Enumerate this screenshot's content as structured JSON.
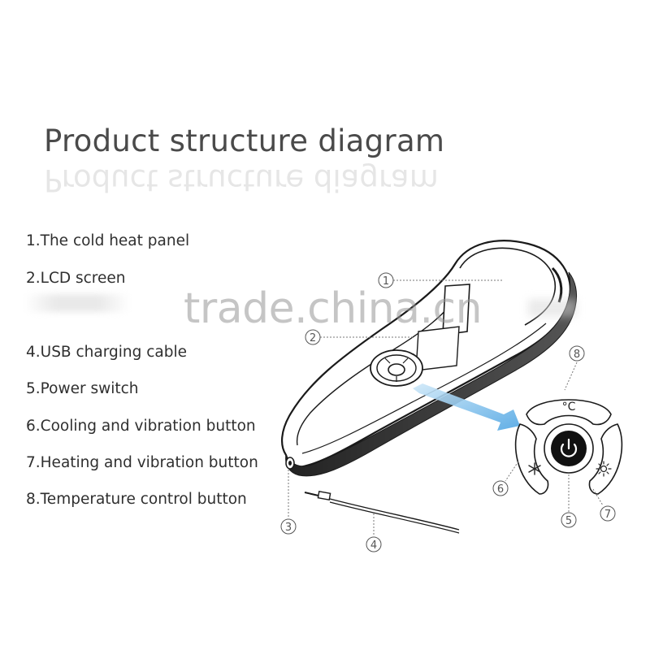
{
  "title": "Product structure diagram",
  "legend": [
    "1.The cold heat panel",
    "2.LCD screen",
    "4.USB charging cable",
    "5.Power switch",
    "6.Cooling and vibration button",
    "7.Heating and vibration button",
    "8.Temperature control button"
  ],
  "callouts": {
    "n1": "1",
    "n2": "2",
    "n3": "3",
    "n4": "4",
    "n5": "5",
    "n6": "6",
    "n7": "7",
    "n8": "8"
  },
  "button_labels": {
    "temp": "°C"
  },
  "watermark": "trade.china.cn",
  "colors": {
    "arrow": "#5aaee6",
    "outline": "#1a1a1a",
    "leader": "#777777",
    "power": "#111111"
  }
}
